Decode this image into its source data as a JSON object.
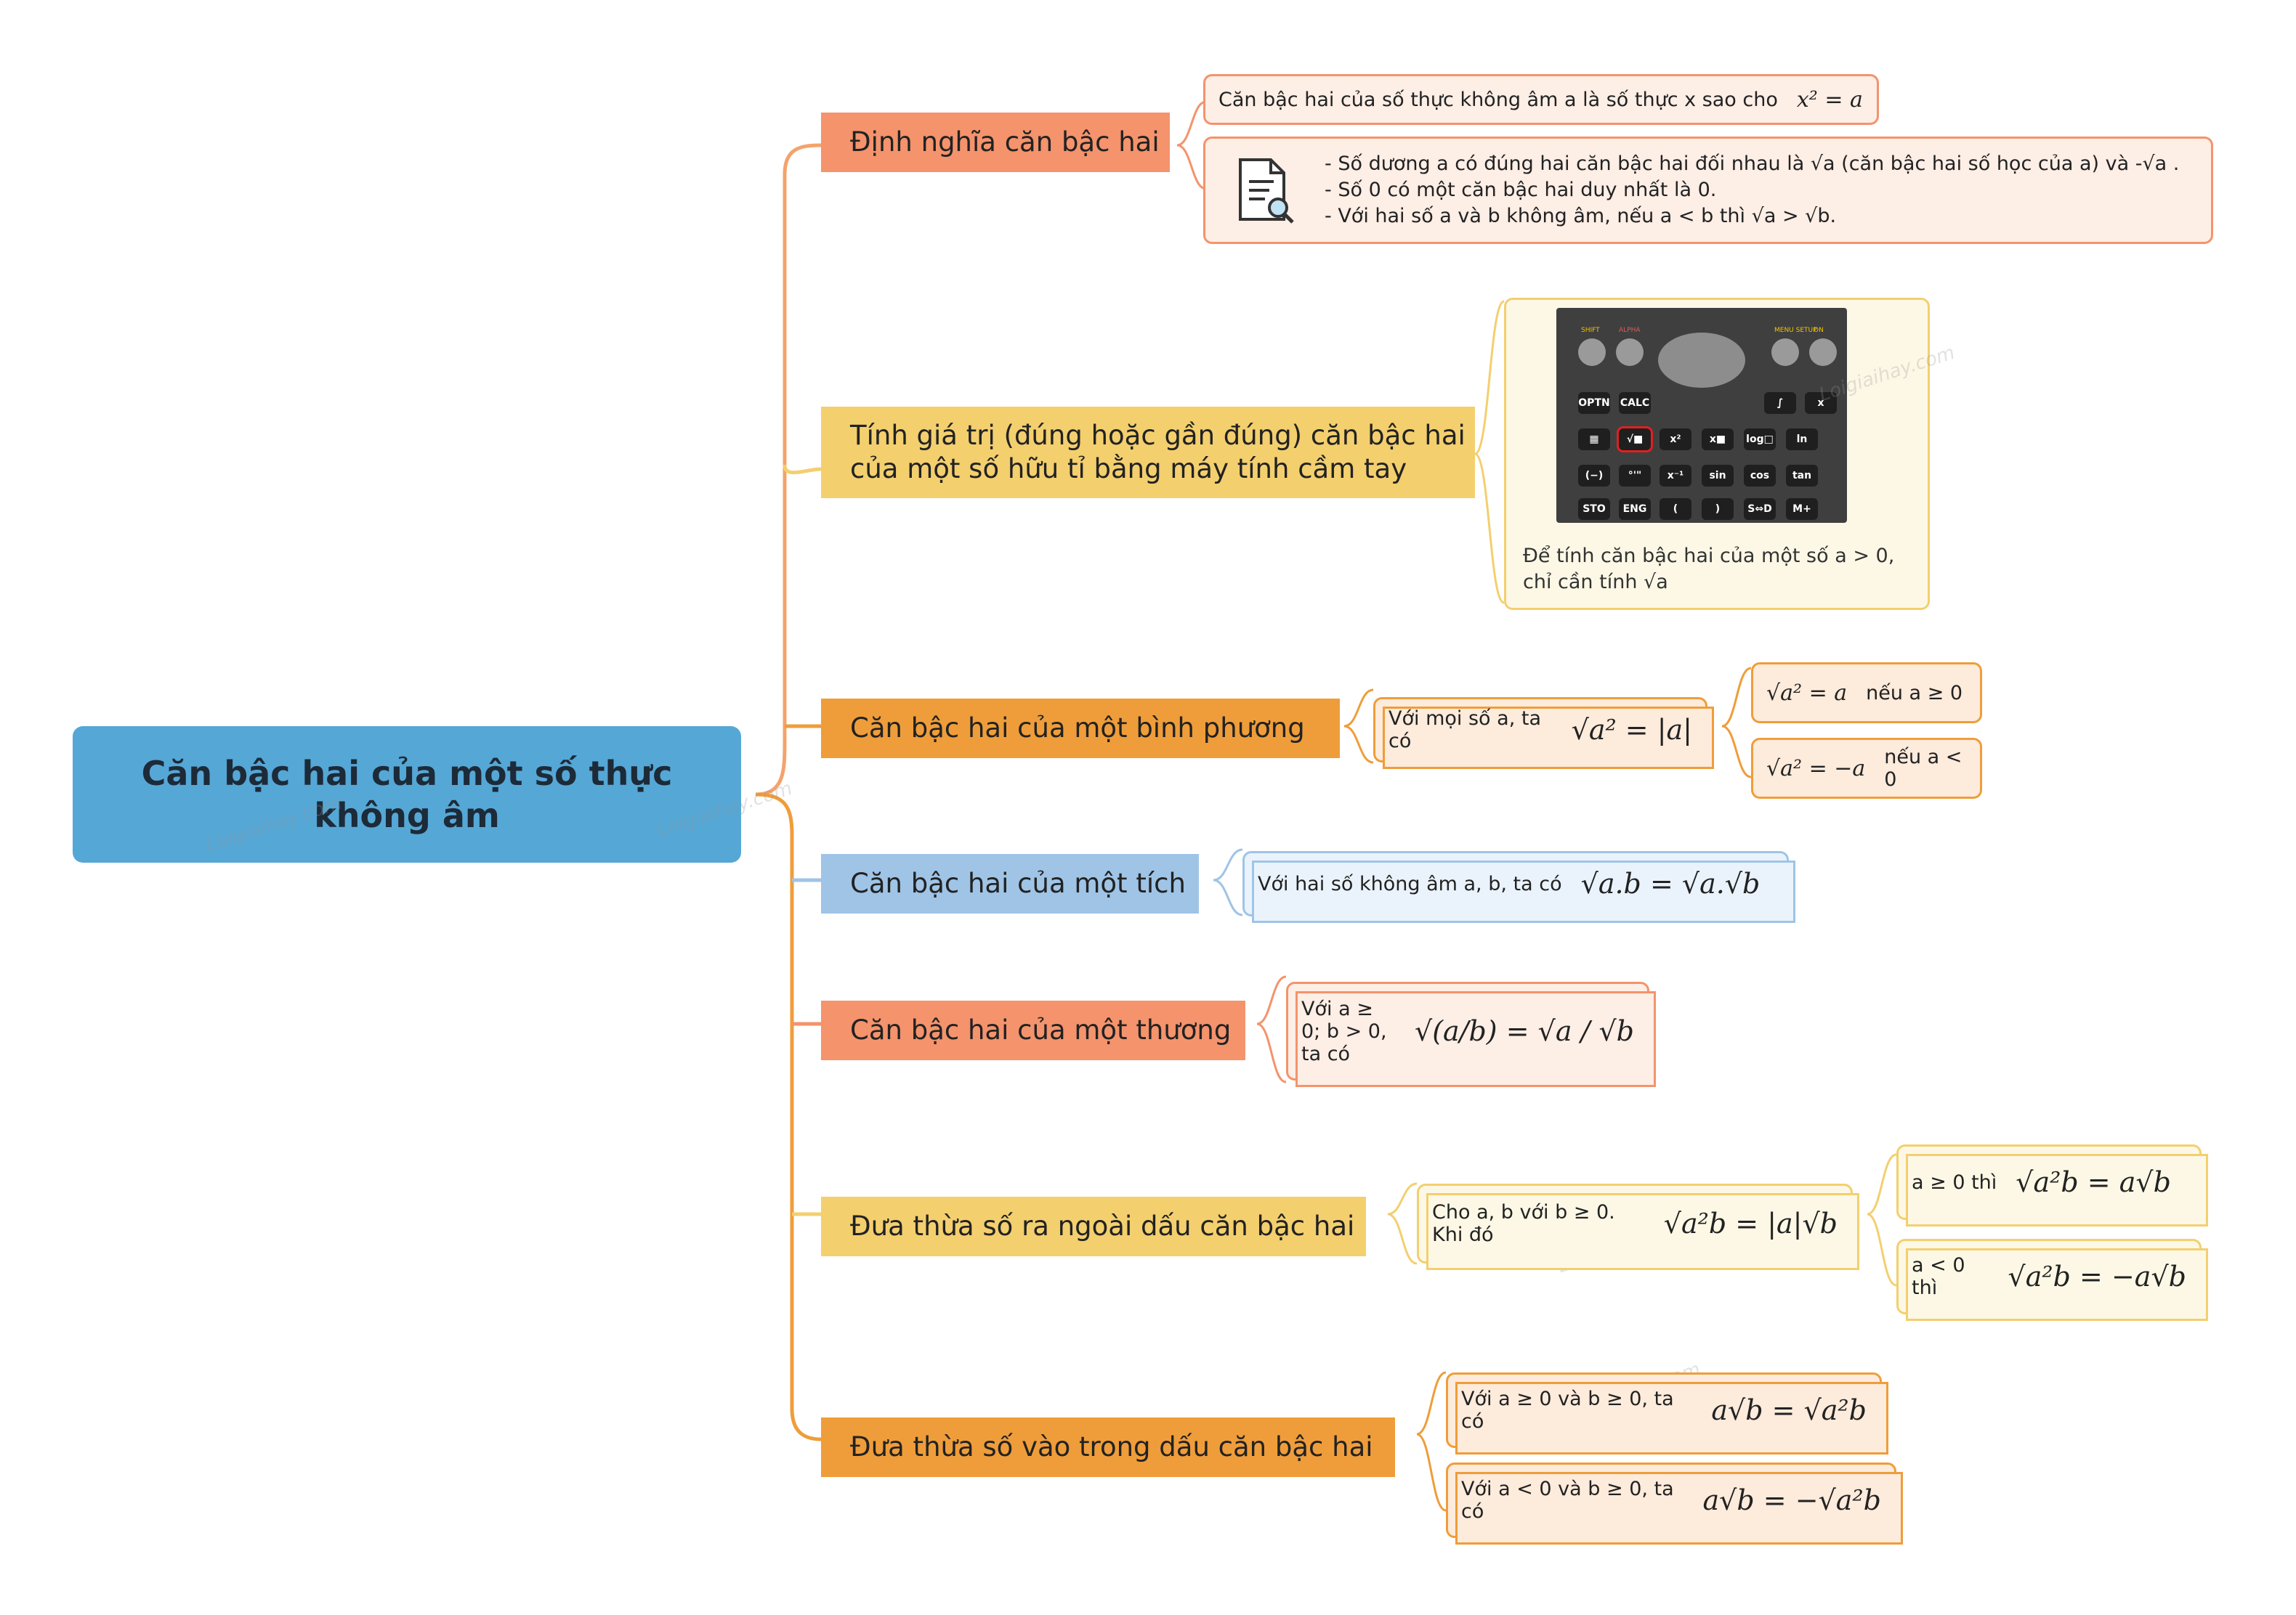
{
  "root": {
    "title": "Căn bậc hai của một số thực không âm"
  },
  "branches": [
    {
      "label": "Định nghĩa căn bậc hai",
      "color": "#f4936c"
    },
    {
      "label": "Tính giá trị (đúng hoặc gần đúng) căn bậc hai của một số hữu tỉ bằng máy tính cầm tay",
      "color": "#f3cf6e"
    },
    {
      "label": "Căn bậc hai của một bình phương",
      "color": "#ef9d3a"
    },
    {
      "label": "Căn bậc hai của một tích",
      "color": "#9fc4e6"
    },
    {
      "label": "Căn bậc hai của một thương",
      "color": "#f4936c"
    },
    {
      "label": "Đưa thừa số ra ngoài dấu căn bậc hai",
      "color": "#f3cf6e"
    },
    {
      "label": "Đưa thừa số vào trong dấu căn bậc hai",
      "color": "#ef9d3a"
    }
  ],
  "definition": {
    "card1_text": "Căn bậc hai của số thực không âm a là số thực x sao cho",
    "card1_formula": "x² = a",
    "bullets": [
      "- Số dương a có đúng hai căn bậc hai đối nhau là √a (căn bậc hai số học của a) và -√a .",
      "- Số 0 có một căn bậc hai duy nhất là 0.",
      "- Với hai số a và b không âm, nếu a < b thì √a > √b."
    ],
    "icon": "document-search-icon"
  },
  "calculator": {
    "caption": "Để tính căn bậc hai của một số a > 0, chỉ cần tính √a",
    "top_labels": [
      "SHIFT",
      "ALPHA",
      "MENU SETUP",
      "ON"
    ],
    "row1": [
      "OPTN",
      "CALC",
      "∫",
      "x"
    ],
    "row2": [
      "▦",
      "√■",
      "x²",
      "x■",
      "log□",
      "ln"
    ],
    "row3": [
      "(−)",
      "°'\"",
      "x⁻¹",
      "sin",
      "cos",
      "tan"
    ],
    "row4": [
      "STO",
      "ENG",
      "(",
      ")",
      "S⇔D",
      "M+"
    ]
  },
  "square": {
    "text": "Với mọi số a, ta có",
    "formula": "√a² = |a|",
    "case1_formula": "√a² = a",
    "case1_cond": "nếu a ≥ 0",
    "case2_formula": "√a² = −a",
    "case2_cond": "nếu a < 0"
  },
  "product": {
    "text": "Với hai số không âm a, b, ta có",
    "formula": "√a.b = √a.√b"
  },
  "quotient": {
    "text": "Với a ≥ 0; b > 0, ta có",
    "formula": "√(a/b) = √a / √b"
  },
  "factor_out": {
    "text": "Cho a, b với b ≥ 0. Khi đó",
    "formula": "√a²b = |a|√b",
    "case1_cond": "a ≥ 0 thì",
    "case1_formula": "√a²b = a√b",
    "case2_cond": "a < 0 thì",
    "case2_formula": "√a²b = −a√b"
  },
  "factor_in": {
    "case1_text": "Với a ≥ 0 và b ≥ 0, ta có",
    "case1_formula": "a√b = √a²b",
    "case2_text": "Với a < 0 và b ≥ 0, ta có",
    "case2_formula": "a√b = −√a²b"
  },
  "watermark": "Loigiaihay.com"
}
